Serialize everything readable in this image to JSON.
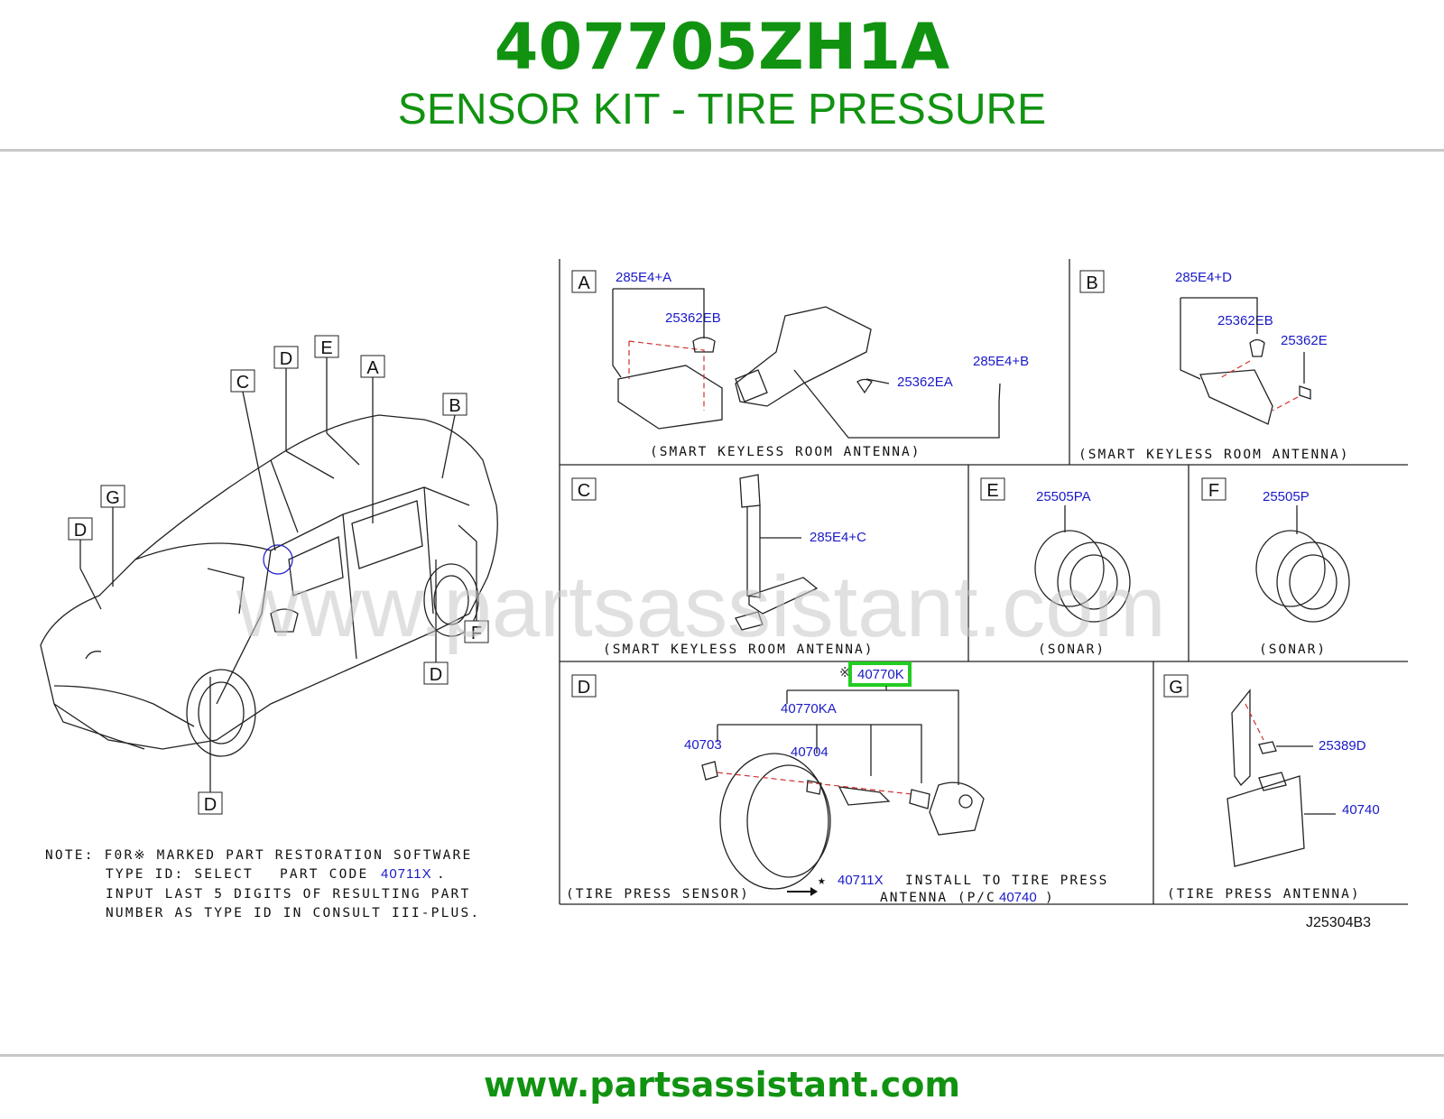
{
  "header": {
    "part_number": "407705ZH1A",
    "description": "SENSOR KIT - TIRE PRESSURE"
  },
  "footer": {
    "url": "www.partsassistant.com"
  },
  "watermark": "www.partsassistant.com",
  "colors": {
    "brand_green": "#119311",
    "label_blue": "#1a1ac8",
    "highlight": "#22cc22"
  },
  "overview": {
    "callouts": [
      "C",
      "D",
      "E",
      "A",
      "B",
      "G",
      "D",
      "F",
      "D",
      "D"
    ]
  },
  "panels": {
    "A": {
      "letter": "A",
      "caption": "(SMART  KEYLESS  ROOM  ANTENNA)",
      "labels": [
        "285E4+A",
        "25362EB",
        "285E4+B",
        "25362EA"
      ]
    },
    "B": {
      "letter": "B",
      "caption": "(SMART  KEYLESS  ROOM  ANTENNA)",
      "labels": [
        "285E4+D",
        "25362EB",
        "25362E"
      ]
    },
    "C": {
      "letter": "C",
      "caption": "(SMART  KEYLESS  ROOM  ANTENNA)",
      "labels": [
        "285E4+C"
      ]
    },
    "E": {
      "letter": "E",
      "caption": "(SONAR)",
      "labels": [
        "25505PA"
      ]
    },
    "F": {
      "letter": "F",
      "caption": "(SONAR)",
      "labels": [
        "25505P"
      ]
    },
    "D": {
      "letter": "D",
      "caption": "(TIRE  PRESS  SENSOR)",
      "highlight_prefix": "※",
      "highlighted_part": "40770K",
      "labels": [
        "40770KA",
        "40703",
        "40704"
      ],
      "install_star": "★",
      "install_part": "40711X",
      "install_text1": "INSTALL  TO  TIRE  PRESS",
      "install_text2": "ANTENNA  (P/C",
      "install_pc": "40740",
      "install_close": ")"
    },
    "G": {
      "letter": "G",
      "caption": "(TIRE  PRESS  ANTENNA)",
      "labels": [
        "25389D",
        "40740"
      ]
    }
  },
  "note": {
    "line1": "NOTE:  F0R※  MARKED  PART  RESTORATION  SOFTWARE",
    "line2a": "TYPE  ID:  SELECT",
    "line2b": "PART  CODE",
    "line2_code": "40711X",
    "line2_end": ".",
    "line3": "INPUT  LAST  5  DIGITS  OF  RESULTING  PART",
    "line4": "NUMBER  AS  TYPE  ID  IN  CONSULT  III-PLUS."
  },
  "reference_code": "J25304B3"
}
